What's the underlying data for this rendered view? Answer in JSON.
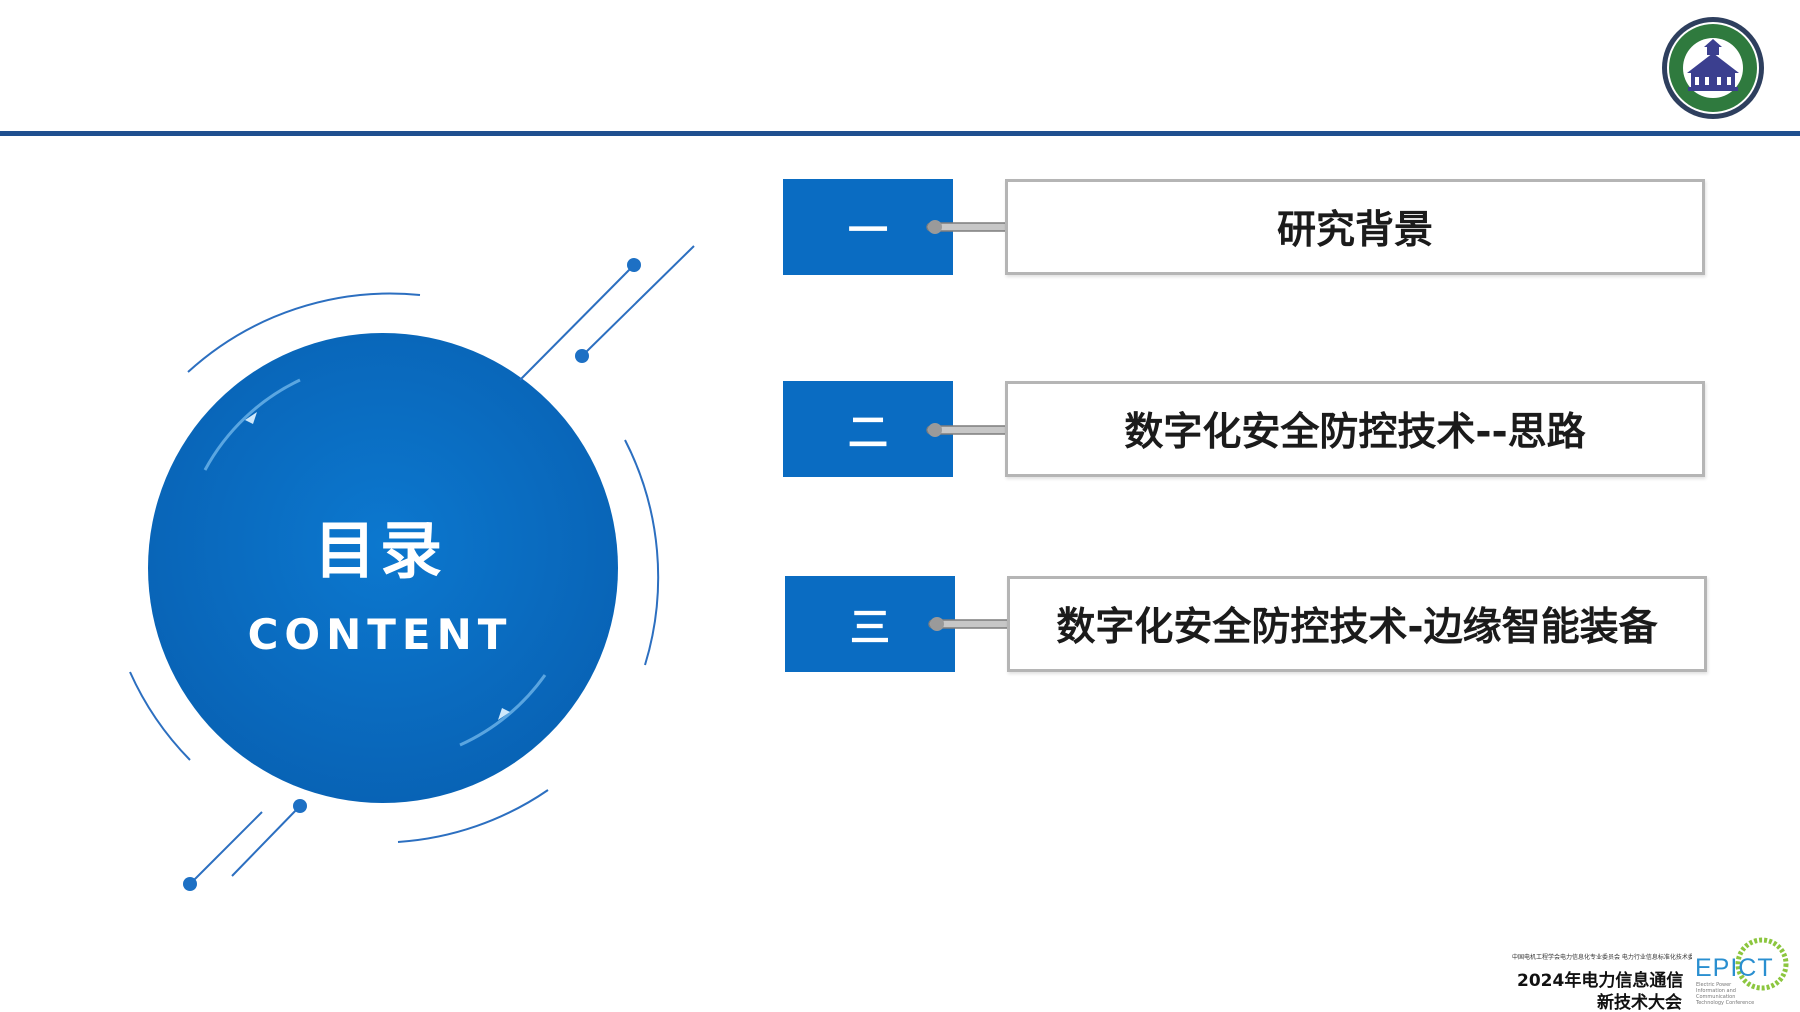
{
  "header": {
    "rule_color": "#1f4f8f",
    "seal": {
      "icon": "university-seal-icon"
    }
  },
  "toc": {
    "title": "目录",
    "subtitle": "CONTENT",
    "accent_color": "#0a6cc2",
    "items": [
      {
        "number": "一",
        "label": "研究背景"
      },
      {
        "number": "二",
        "label": "数字化安全防控技术--思路"
      },
      {
        "number": "三",
        "label": "数字化安全防控技术-边缘智能装备"
      }
    ]
  },
  "footer_logo": {
    "small_text": "中国电机工程学会电力信息化专业委员会 电力行业信息标准化技术委员会",
    "line1": "2024年电力信息通信",
    "line2": "新技术大会",
    "brand": "EPICT",
    "brand_sub": "Electric Power Information and Communication Technology Conference",
    "brand_color": "#2a8fd0",
    "icon": "epict-ring-icon"
  }
}
